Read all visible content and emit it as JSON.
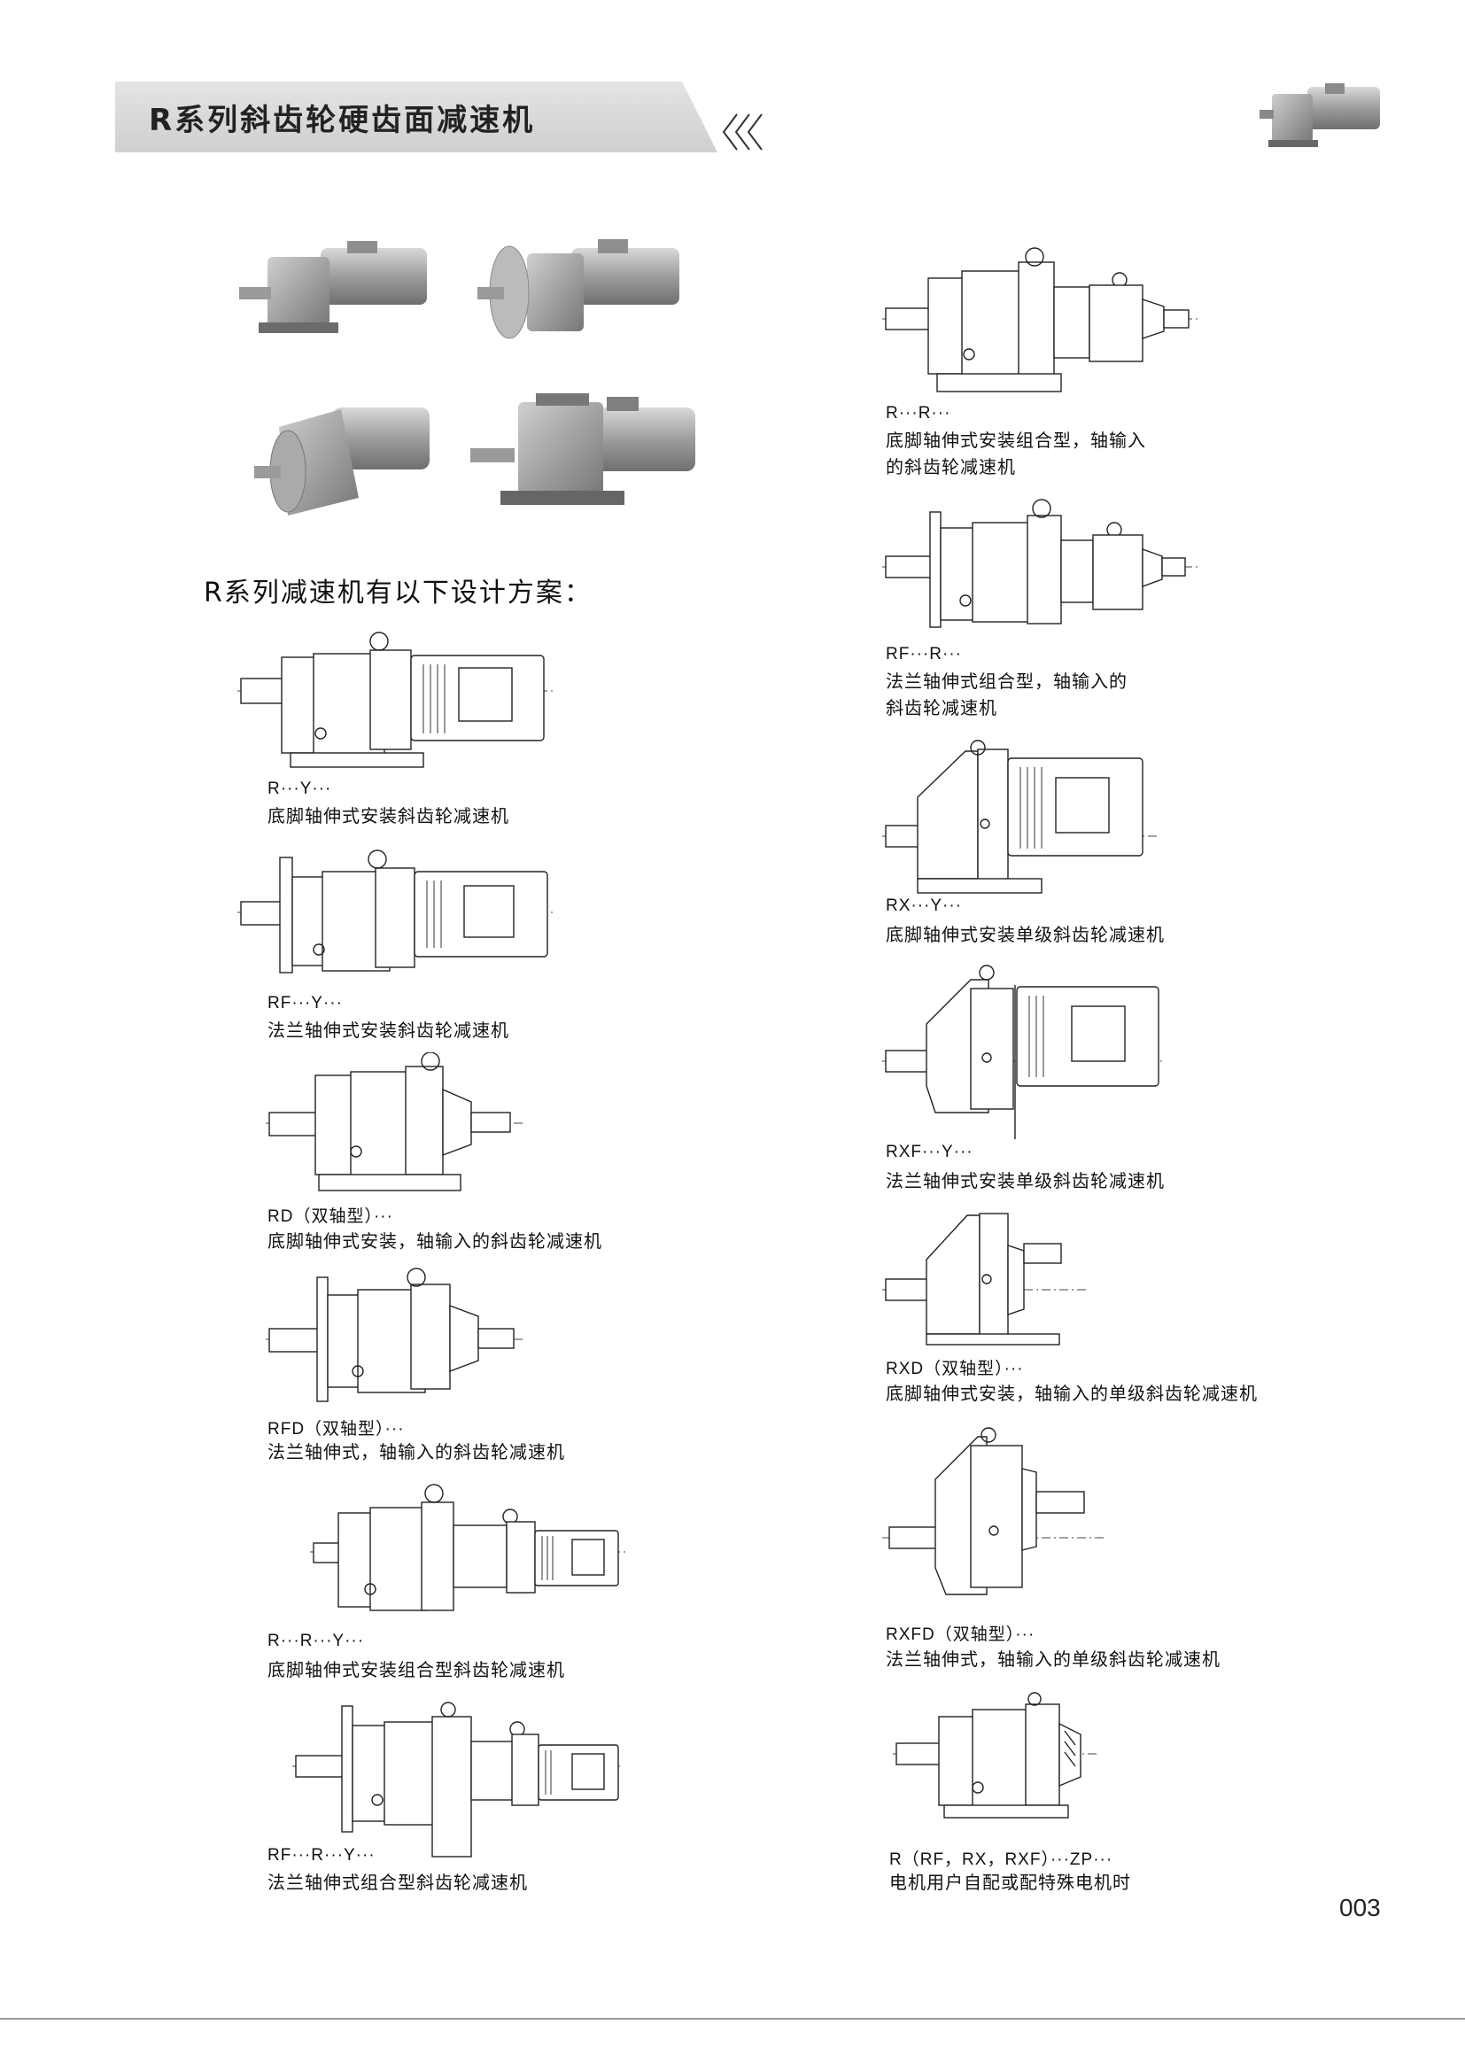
{
  "header": {
    "title": "R系列斜齿轮硬齿面减速机",
    "chevrons": "<<<"
  },
  "intro": "R系列减速机有以下设计方案：",
  "photos": [
    {
      "name": "photo-foot-mounted"
    },
    {
      "name": "photo-flange-mounted"
    },
    {
      "name": "photo-single-stage-flange"
    },
    {
      "name": "photo-single-stage-foot"
    }
  ],
  "designs_left": [
    {
      "code": "R···Y···",
      "description": "底脚轴伸式安装斜齿轮减速机"
    },
    {
      "code": "RF···Y···",
      "description": "法兰轴伸式安装斜齿轮减速机"
    },
    {
      "code": "RD（双轴型）···",
      "description": "底脚轴伸式安装，轴输入的斜齿轮减速机"
    },
    {
      "code": "RFD（双轴型）···",
      "description": "法兰轴伸式，轴输入的斜齿轮减速机"
    },
    {
      "code": "R···R···Y···",
      "description": "底脚轴伸式安装组合型斜齿轮减速机"
    },
    {
      "code": "RF···R···Y···",
      "description": "法兰轴伸式组合型斜齿轮减速机"
    }
  ],
  "designs_right": [
    {
      "code": "R···R···",
      "description_lines": [
        "底脚轴伸式安装组合型，轴输入",
        "的斜齿轮减速机"
      ]
    },
    {
      "code": "RF···R···",
      "description_lines": [
        "法兰轴伸式组合型，轴输入的",
        "斜齿轮减速机"
      ]
    },
    {
      "code": "RX···Y···",
      "description_lines": [
        "底脚轴伸式安装单级斜齿轮减速机"
      ]
    },
    {
      "code": "RXF···Y···",
      "description_lines": [
        "法兰轴伸式安装单级斜齿轮减速机"
      ]
    },
    {
      "code": "RXD（双轴型）···",
      "description_lines": [
        "底脚轴伸式安装，轴输入的单级斜齿轮减速机"
      ]
    },
    {
      "code": "RXFD（双轴型）···",
      "description_lines": [
        "法兰轴伸式，轴输入的单级斜齿轮减速机"
      ]
    },
    {
      "code": "R（RF，RX，RXF）···ZP···",
      "description_lines": [
        "电机用户自配或配特殊电机时"
      ]
    }
  ],
  "page_number": "003"
}
